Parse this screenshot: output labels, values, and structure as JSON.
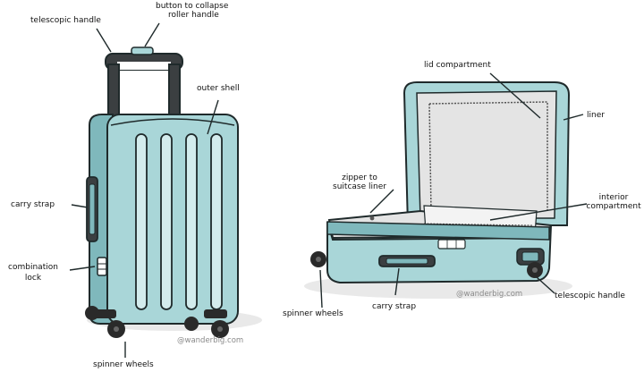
{
  "colors": {
    "shell": "#a9d6d8",
    "shell_dark": "#7fb8bc",
    "shell_light": "#d3eced",
    "outline": "#1f2a2b",
    "handle": "#3b3f41",
    "liner": "#e4e4e4",
    "shadow": "#e9e9e9",
    "wheel": "#2a2a2a"
  },
  "left_diagram": {
    "labels": {
      "telescopic_handle": "telescopic handle",
      "button_line1": "button to collapse",
      "button_line2": "roller handle",
      "outer_shell": "outer shell",
      "carry_strap": "carry strap",
      "lock_line1": "combination",
      "lock_line2": "lock",
      "spinner_wheels": "spinner wheels"
    },
    "watermark": "@wanderbig.com"
  },
  "right_diagram": {
    "labels": {
      "lid_compartment": "lid compartment",
      "liner": "liner",
      "zipper_line1": "zipper to",
      "zipper_line2": "suitcase liner",
      "interior_line1": "interior",
      "interior_line2": "compartment",
      "spinner_wheels": "spinner wheels",
      "carry_strap": "carry strap",
      "telescopic_handle": "telescopic handle"
    },
    "watermark": "@wanderbig.com"
  }
}
